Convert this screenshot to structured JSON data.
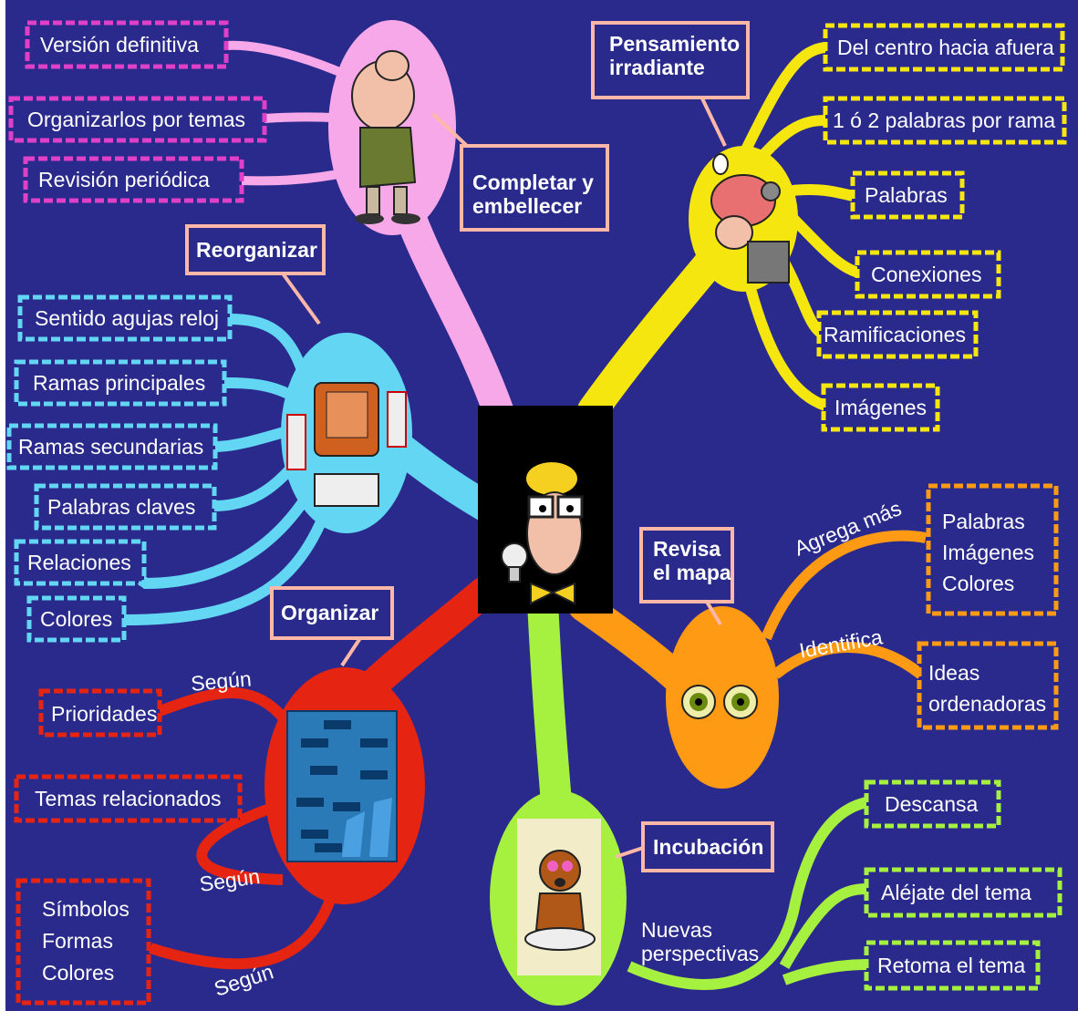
{
  "colors": {
    "background": "#2a2a8c",
    "pink": "#f7a8e8",
    "pink_border": "#e040c8",
    "yellow": "#f5e60f",
    "cyan": "#62d6f2",
    "orange": "#ff9a14",
    "red": "#e62412",
    "green": "#a6f040",
    "callout_fill": "#ffb8a8",
    "callout_border": "#f2c7a5"
  },
  "center": {
    "icon": "idea-man-icon"
  },
  "pink_branch": {
    "callout": [
      "Completar y",
      "embellecer"
    ],
    "items": [
      "Versión definitiva",
      "Organizarlos por temas",
      "Revisión periódica"
    ],
    "icon": "finishing-man-icon"
  },
  "yellow_branch": {
    "callout": [
      "Pensamiento",
      "irradiante"
    ],
    "items": [
      "Del centro hacia afuera",
      "1 ó 2 palabras por rama",
      "Palabras",
      "Conexiones",
      "Ramificaciones",
      "Imágenes"
    ],
    "icon": "thinking-brain-icon"
  },
  "cyan_branch": {
    "callout": "Reorganizar",
    "items": [
      "Sentido agujas reloj",
      "Ramas  principales",
      "Ramas  secundarias",
      "Palabras claves",
      "Relaciones",
      "Colores"
    ],
    "icon": "busy-computer-icon"
  },
  "orange_branch": {
    "callout": [
      "Revisa",
      "el mapa"
    ],
    "branch_labels": [
      "Agrega más",
      "Identifica"
    ],
    "boxes": [
      [
        "Palabras",
        "Imágenes",
        "Colores"
      ],
      [
        "Ideas",
        "ordenadoras"
      ]
    ],
    "icon": "eyes-icon"
  },
  "red_branch": {
    "callout": "Organizar",
    "segun": [
      "Según",
      "Según",
      "Según"
    ],
    "items": [
      "Prioridades",
      "Temas relacionados"
    ],
    "multi": [
      "Símbolos",
      "Formas",
      "Colores"
    ],
    "icon": "organization-chart-icon"
  },
  "green_branch": {
    "callout": "Incubación",
    "label": [
      "Nuevas",
      "perspectivas"
    ],
    "items": [
      "Descansa",
      "Aléjate del tema",
      "Retoma el tema"
    ],
    "icon": "meditating-man-icon"
  }
}
